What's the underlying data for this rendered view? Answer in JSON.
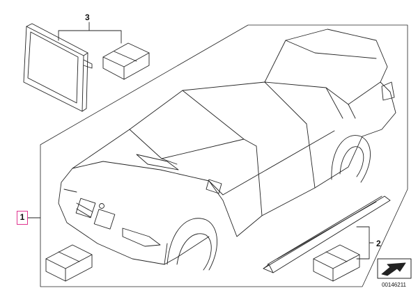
{
  "callouts": {
    "part_1": "1",
    "part_2": "2",
    "part_3": "3"
  },
  "diagram_code": "00146211",
  "colors": {
    "line": "#222222",
    "highlight": "#e0338f",
    "arrow_fill": "#222222"
  },
  "icons": [
    "vehicle-outline",
    "paint-can-icon",
    "parts-box-icon",
    "side-sill-icon",
    "direction-arrow-icon"
  ]
}
